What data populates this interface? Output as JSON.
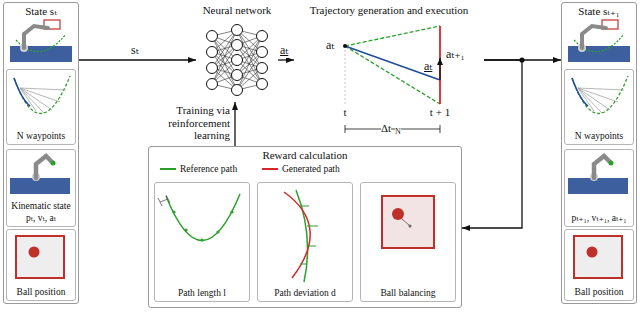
{
  "diagram": {
    "nodes": [
      {
        "text": [
          "State sₜ"
        ]
      },
      {
        "text": [
          "N waypoints"
        ],
        "in": 0
      },
      {
        "text": [
          "Kinematic state",
          "pₜ, vₜ, aₜ"
        ],
        "in": 0
      },
      {
        "text": [
          "Ball position"
        ],
        "in": 0
      },
      {
        "text": [
          "Neural network"
        ]
      },
      {
        "text": [
          "Trajectory generation and execution"
        ]
      },
      {
        "text": [
          "State sₜ₊₁"
        ]
      },
      {
        "text": [
          "N waypoints"
        ],
        "in": 6
      },
      {
        "text": [
          "pₜ₊₁, vₜ₊₁, aₜ₊₁"
        ],
        "in": 6
      },
      {
        "text": [
          "Ball position"
        ],
        "in": 6
      },
      {
        "text": [
          "Reward calculation"
        ]
      },
      {
        "text": [
          "Path length l"
        ],
        "in": 10
      },
      {
        "text": [
          "Path deviation d"
        ],
        "in": 10
      },
      {
        "text": [
          "Ball balancing"
        ],
        "in": 10
      }
    ],
    "edges": [
      {
        "from": 0,
        "to": 4,
        "label": "sₜ",
        "arrow": "to"
      },
      {
        "from": 4,
        "to": 5,
        "label": "aₜ",
        "arrow": "to"
      },
      {
        "from": 5,
        "to": 6,
        "arrow": "to"
      },
      {
        "from": 5,
        "to": 10,
        "arrow": "to"
      },
      {
        "from": 10,
        "to": 4,
        "label": "Training via reinforcement learning",
        "arrow": "to"
      }
    ],
    "labels": [
      "aₜ",
      "aₜ",
      "aₜ₊₁",
      "t",
      "t + 1",
      "Δt",
      "N"
    ],
    "legend": [
      {
        "text": "Reference path"
      },
      {
        "text": "Generated path"
      }
    ]
  }
}
